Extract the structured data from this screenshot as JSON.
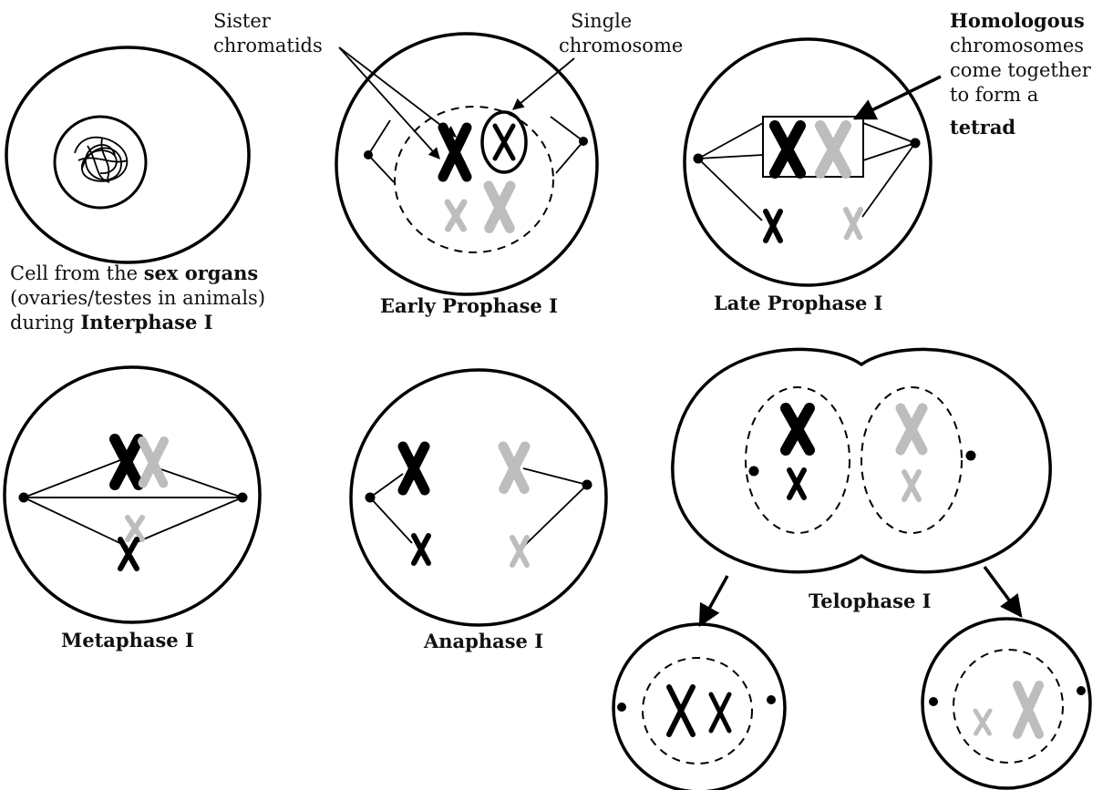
{
  "labels": {
    "interphase_line1_a": "Cell from the ",
    "interphase_line1_b": "sex organs",
    "interphase_line2": "(ovaries/testes in animals)",
    "interphase_line3_a": "during ",
    "interphase_line3_b": "Interphase I",
    "early_prophase": "Early Prophase I",
    "late_prophase": "Late Prophase I",
    "metaphase": "Metaphase I",
    "anaphase": "Anaphase I",
    "telophase": "Telophase I"
  },
  "annotations": {
    "sister_1": "Sister",
    "sister_2": "chromatids",
    "single_1": "Single",
    "single_2": "chromosome",
    "homologous": "Homologous",
    "tetrad_2": "chromosomes",
    "tetrad_3": "come together",
    "tetrad_4": "to form a",
    "tetrad_5": "tetrad"
  },
  "colors": {
    "ink": "#000000",
    "homolog": "#bdbdbd"
  }
}
